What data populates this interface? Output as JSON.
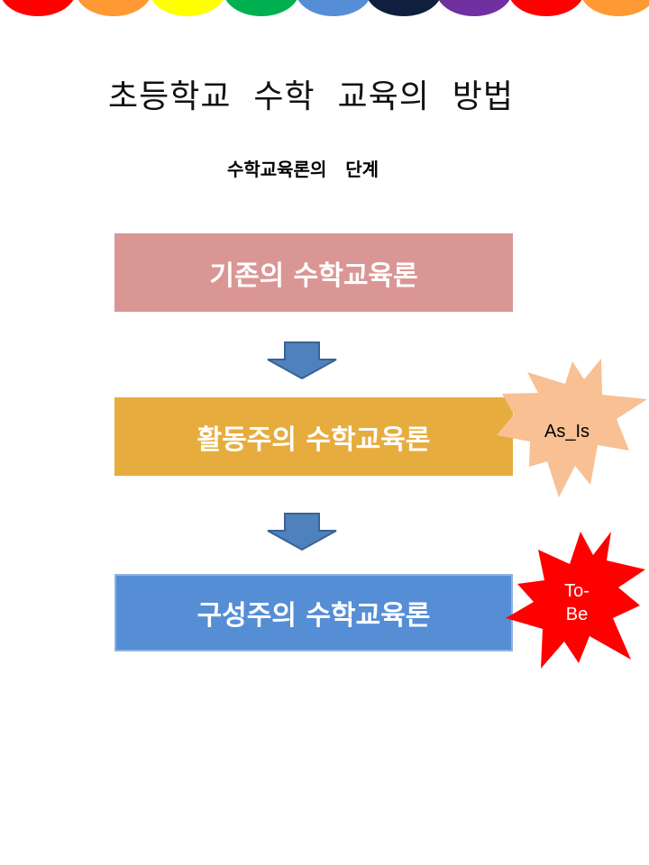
{
  "band": {
    "colors": [
      "#ff0000",
      "#ff9933",
      "#ffff00",
      "#00b050",
      "#558ed5",
      "#0f1f3d",
      "#7030a0",
      "#ff0000",
      "#ff9933"
    ]
  },
  "title": "초등학교  수학  교육의  방법",
  "subtitle": "수학교육론의   단계",
  "steps": [
    {
      "label": "기존의 수학교육론",
      "color": "#da9694"
    },
    {
      "label": "활동주의 수학교육론",
      "color": "#e6ad3e"
    },
    {
      "label": "구성주의 수학교육론",
      "color": "#558ed5"
    }
  ],
  "badges": {
    "as_is": {
      "label": "As_Is",
      "color": "#f8c093"
    },
    "to_be": {
      "label_line1": "To-",
      "label_line2": "Be",
      "color": "#ff0000"
    }
  },
  "arrow_color": "#4f81bd"
}
